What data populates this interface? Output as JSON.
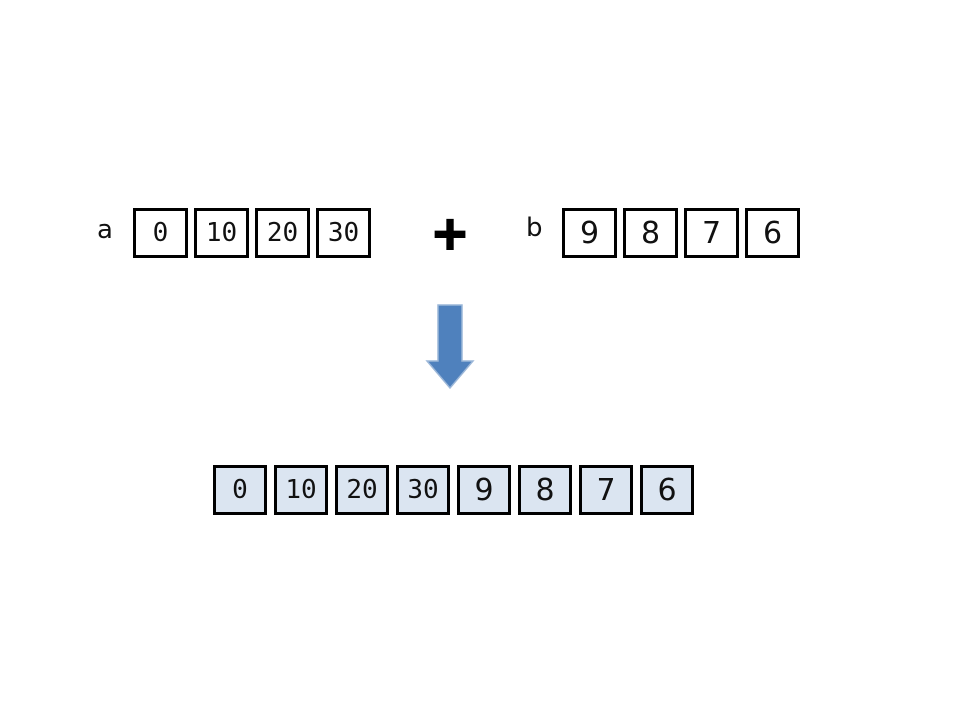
{
  "slide": {
    "background": "#ffffff"
  },
  "list_a": {
    "label": "a",
    "items": [
      "0",
      "10",
      "20",
      "30"
    ]
  },
  "operator": "+",
  "list_b": {
    "label": "b",
    "items": [
      "9",
      "8",
      "7",
      "6"
    ]
  },
  "arrow": {
    "direction": "down",
    "fill": "#4f81bd",
    "edge": "#9cb7d8"
  },
  "result": {
    "cell_fill": "#dbe5f1",
    "items": [
      {
        "text": "0",
        "origin": "a"
      },
      {
        "text": "10",
        "origin": "a"
      },
      {
        "text": "20",
        "origin": "a"
      },
      {
        "text": "30",
        "origin": "a"
      },
      {
        "text": "9",
        "origin": "b"
      },
      {
        "text": "8",
        "origin": "b"
      },
      {
        "text": "7",
        "origin": "b"
      },
      {
        "text": "6",
        "origin": "b"
      }
    ]
  }
}
